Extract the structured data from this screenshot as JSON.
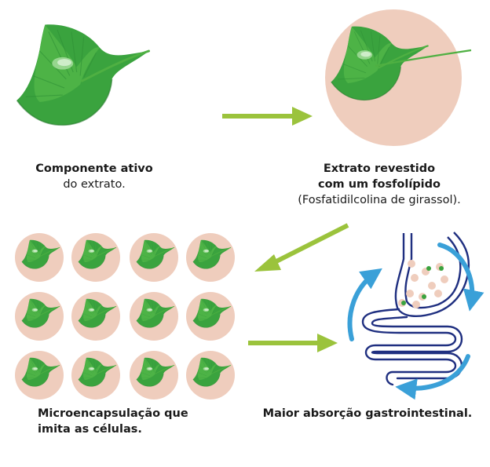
{
  "steps": {
    "step1": {
      "title": "Componente ativo",
      "text": "do extrato."
    },
    "step2": {
      "title_line1": "Extrato revestido",
      "title_line2": "com um fosfolípido",
      "text": "(Fosfatidilcolina de girassol)."
    },
    "step3": {
      "title_line1": "Microencapsulação que",
      "title_line2": "imita as células."
    },
    "step4": {
      "title": "Maior absorção gastrointestinal."
    }
  },
  "colors": {
    "leaf": "#3aa33e",
    "leaf_dark": "#1f7a2a",
    "leaf_light": "#6cc855",
    "capsule": "#efcdbd",
    "arrow": "#9bc33c",
    "intestine_outline": "#1f2f80",
    "flow_arrow": "#3aa0d8"
  },
  "icons": [
    "ginkgo-leaf-icon",
    "capsule-icon",
    "arrow-icon",
    "intestine-icon"
  ]
}
